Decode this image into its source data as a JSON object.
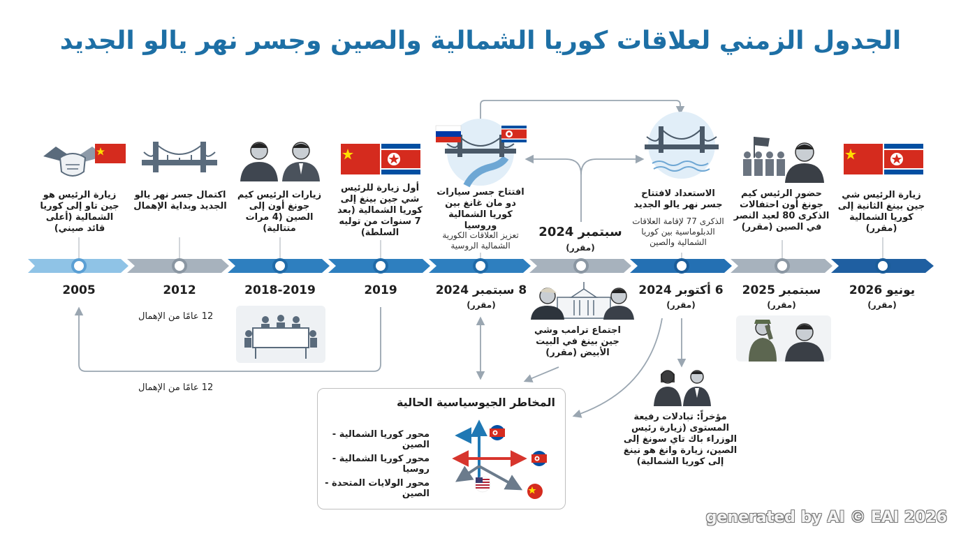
{
  "title": "الجدول الزمني لعلاقات كوريا الشمالية والصين وجسر نهر يالو الجديد",
  "timeline": [
    {
      "date": "2005",
      "note": "",
      "text": "زيارة الرئيس هو جين تاو إلى كوريا الشمالية (أعلى قائد صيني)"
    },
    {
      "date": "2012",
      "note": "",
      "text": "اكتمال جسر نهر يالو الجديد وبداية الإهمال"
    },
    {
      "date": "2018-2019",
      "note": "",
      "text": "زيارات الرئيس كيم جونغ أون إلى الصين (4 مرات متتالية)"
    },
    {
      "date": "2019",
      "note": "",
      "text": "أول زيارة للرئيس شي جين بينغ إلى كوريا الشمالية (بعد 7 سنوات من توليه السلطة)"
    },
    {
      "date": "8 سبتمبر 2024",
      "note": "(مقرر)",
      "text": "افتتاح جسر سيارات دو مان غانغ بين كوريا الشمالية وروسيا",
      "sub": "تعزيز العلاقات الكورية الشمالية الروسية"
    },
    {
      "date": "",
      "note": "",
      "text": ""
    },
    {
      "date": "6 أكتوبر 2024",
      "note": "(مقرر)",
      "text": "الاستعداد لافتتاح جسر نهر يالو الجديد",
      "sub": "الذكرى 77 لإقامة العلاقات الدبلوماسية بين كوريا الشمالية والصين"
    },
    {
      "date": "سبتمبر 2025",
      "note": "(مقرر)",
      "text": "حضور الرئيس كيم جونغ أون احتفالات الذكرى 80 لعيد النصر في الصين (مقرر)"
    },
    {
      "date": "يونيو 2026",
      "note": "(مقرر)",
      "text": "زيارة الرئيس شي جين بينغ الثانية إلى كوريا الشمالية (مقرر)"
    }
  ],
  "sept_2024": {
    "date": "سبتمبر 2024",
    "note": "(مقرر)"
  },
  "neglect_label_1": "12 عامًا من الإهمال",
  "neglect_label_2": "12 عامًا من الإهمال",
  "trump_meeting": "اجتماع ترامب وشي جين بينغ في البيت الأبيض (مقرر)",
  "exchanges": "مؤخراً: تبادلات رفيعة المستوى (زيارة رئيس الوزراء باك تاي سونغ إلى الصين، زيارة وانغ هو نينغ إلى كوريا الشمالية)",
  "risks": {
    "title": "المخاطر الجيوسياسية الحالية",
    "axes": [
      {
        "label": "محور كوريا الشمالية - الصين",
        "color": "#1f78b4"
      },
      {
        "label": "محور كوريا الشمالية - روسيا",
        "color": "#d7352d"
      },
      {
        "label": "محور الولايات المتحدة - الصين",
        "color": "#6b7b8c"
      }
    ]
  },
  "colors": {
    "title": "#1d6fa5",
    "segments": [
      "#8fc3e6",
      "#a7b2bd",
      "#2e7fbf",
      "#2e7fbf",
      "#2e7fbf",
      "#a7b2bd",
      "#2470b3",
      "#a7b2bd",
      "#1f5fa1"
    ],
    "connector": "#9aa6b1",
    "flag_red": "#d52b1e",
    "flag_yellow": "#ffde00",
    "nk_blue": "#024fa2"
  },
  "icons": [
    "handshake-icon",
    "bridge-icon",
    "leaders-icon",
    "flags-icon",
    "bridge-river-icon",
    "white-house-icon",
    "military-parade-icon",
    "meeting-table-icon",
    "officials-icon",
    "salute-icon"
  ],
  "watermark": "generated by AI © EAI 2026"
}
